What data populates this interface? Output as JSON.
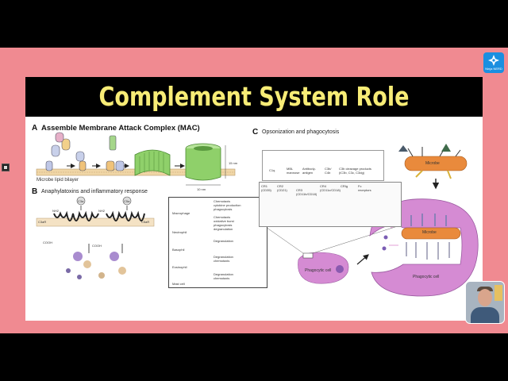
{
  "slide": {
    "title": "Complement System Role",
    "logo_text": "Ninja NERD"
  },
  "panel_a": {
    "letter": "A",
    "heading": "Assemble Membrane Attack Complex (MAC)",
    "bilayer_label": "Microbe lipid bilayer",
    "dim_height": "15 nm",
    "dim_width": "10 nm"
  },
  "panel_b": {
    "letter": "B",
    "heading": "Anaphylatoxins and inflammatory response",
    "c3ar": "C3aR",
    "c5ar": "C5aR",
    "c3a": "C3a",
    "c5a": "C5a",
    "nh2_left": "NH2",
    "nh2_right": "NH2",
    "cooh_left": "COOH",
    "cooh_right": "COOH",
    "cells": [
      {
        "name": "Macrophage",
        "effect": "Chemotaxis\ncytokine production\nphagocytosis"
      },
      {
        "name": "Neutrophil",
        "effect": "Chemotaxis\noxidative burst\nphagocytosis\ndegranulation"
      },
      {
        "name": "Basophil",
        "effect": "Degranulation"
      },
      {
        "name": "Eosinophil",
        "effect": "Degranulation\nchemotaxis"
      },
      {
        "name": "Mast cell",
        "effect": "Degranulation\nchemotaxis"
      }
    ]
  },
  "panel_c": {
    "letter": "C",
    "heading": "Opsonization and phagocytosis",
    "opsonins": [
      "C1q",
      "MBL\nmannose",
      "Antibody-\nantigen",
      "C3b/\nC4b",
      "C3b cleavage products\n(iC3b, C3c, C3dg)"
    ],
    "receptors": [
      "CR1\n(CD35)",
      "CR2\n(CD21)",
      "CR3\n(CD11b/CD18)",
      "CR4\n(CD11c/CD18)",
      "CRIg",
      "Fc\nreceptors"
    ],
    "microbe_top": "Microbe",
    "microbe_inner": "Microbe",
    "phagocytic_cell_small": "Phagocytic cell",
    "phagocytic_cell_large": "Phagocytic cell"
  },
  "colors": {
    "pink_background": "#f08a91",
    "title_text": "#f7ec76",
    "microbe": "#e98a3c",
    "phagocyte": "#d58bd3",
    "mac_green": "#8fd06a"
  },
  "icons": [
    "ninja-nerd-logo-icon",
    "side-marker-icon"
  ]
}
